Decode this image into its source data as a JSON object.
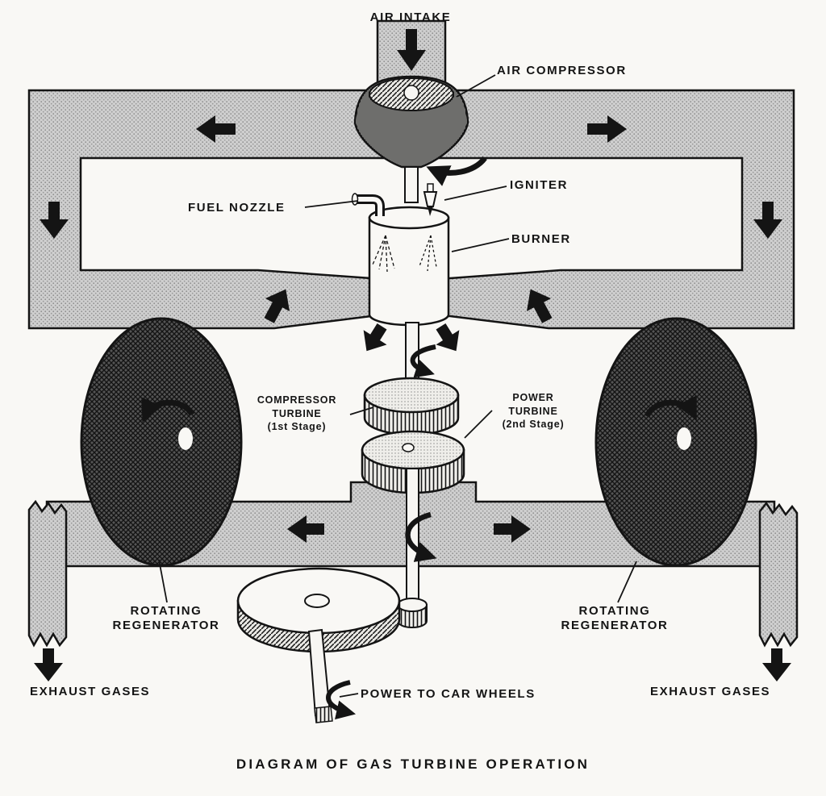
{
  "diagram": {
    "caption": "DIAGRAM  OF  GAS  TURBINE  OPERATION",
    "labels": {
      "air_intake": "AIR INTAKE",
      "air_compressor": "AIR COMPRESSOR",
      "fuel_nozzle": "FUEL NOZZLE",
      "igniter": "IGNITER",
      "burner": "BURNER",
      "compressor_turbine": {
        "line1": "COMPRESSOR",
        "line2": "TURBINE",
        "line3": "(1st Stage)"
      },
      "power_turbine": {
        "line1": "POWER",
        "line2": "TURBINE",
        "line3": "(2nd Stage)"
      },
      "rotating_regenerator": {
        "line1": "ROTATING",
        "line2": "REGENERATOR"
      },
      "exhaust_gases": "EXHAUST GASES",
      "power_to_car_wheels": "POWER TO CAR WHEELS"
    },
    "colors": {
      "ink": "#141414",
      "duct_fill": "#cccccc",
      "paper": "#f9f8f5"
    }
  }
}
